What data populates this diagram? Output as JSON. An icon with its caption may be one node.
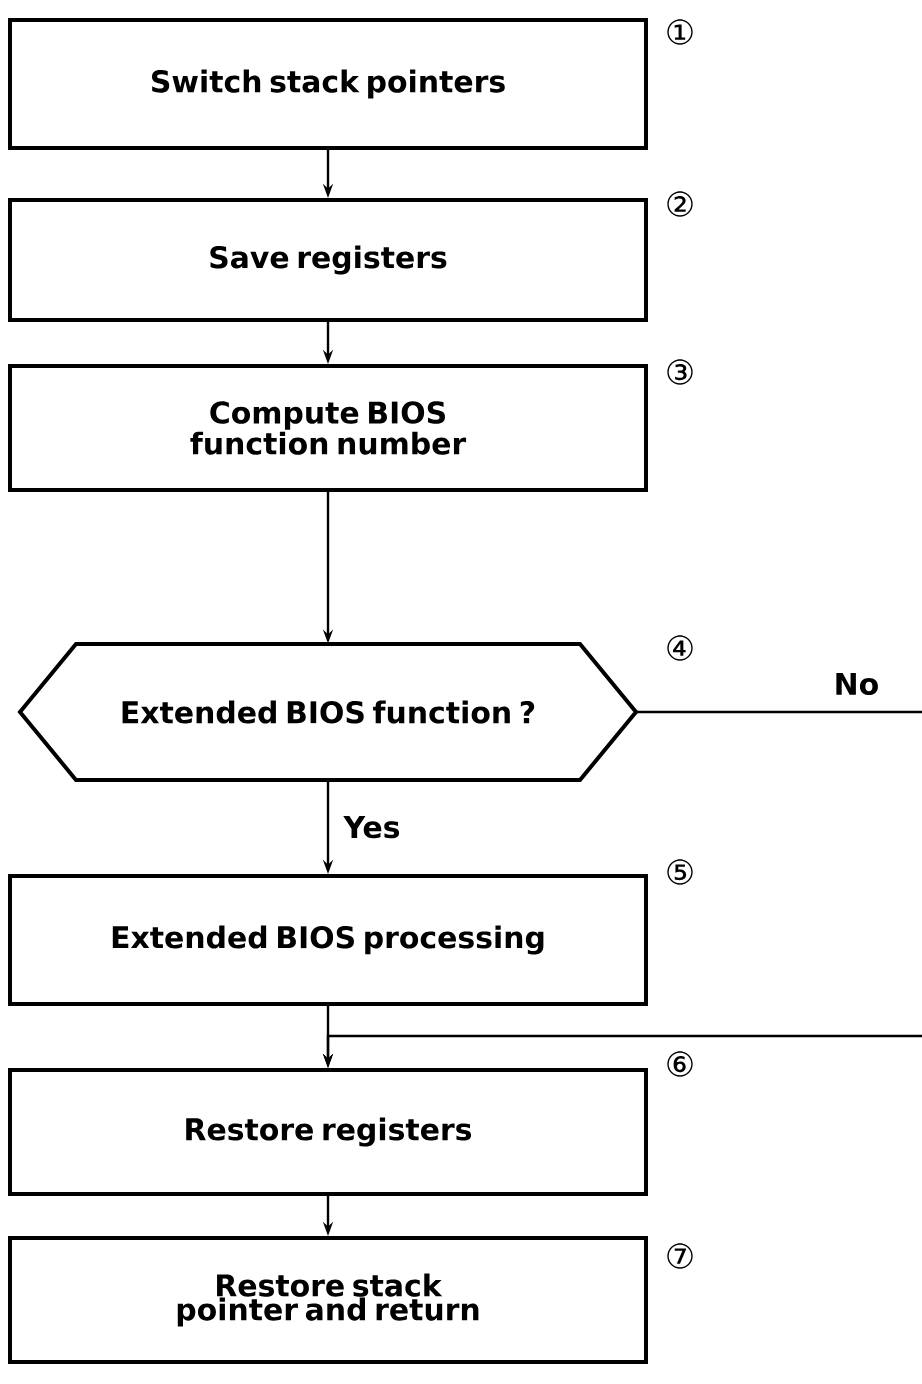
{
  "diagram": {
    "nodes": [
      {
        "text": [
          "Switch stack pointers"
        ]
      },
      {
        "text": [
          "Save registers"
        ]
      },
      {
        "text": [
          "Compute BIOS function number"
        ]
      },
      {
        "text": [
          "Extended BIOS function ?"
        ]
      },
      {
        "text": [
          "Extended BIOS processing"
        ]
      },
      {
        "text": [
          "Restore registers"
        ]
      },
      {
        "text": [
          "Restore stack pointer and return"
        ]
      }
    ],
    "edges": [
      {
        "from": 0,
        "to": 1,
        "arrow": "to"
      },
      {
        "from": 1,
        "to": 2,
        "arrow": "to"
      },
      {
        "from": 2,
        "to": 3,
        "arrow": "to"
      },
      {
        "from": 3,
        "to": 4,
        "arrow": "to",
        "label": "Yes"
      },
      {
        "from": 4,
        "to": 5,
        "arrow": "to"
      },
      {
        "from": 5,
        "to": 6,
        "arrow": "to"
      },
      {
        "from": 3,
        "to": null,
        "arrow": "none",
        "label": "No"
      },
      {
        "from": null,
        "to": 5,
        "arrow": "to"
      }
    ],
    "labels": [
      "①",
      "②",
      "③",
      "④",
      "⑤",
      "⑥",
      "⑦"
    ]
  }
}
